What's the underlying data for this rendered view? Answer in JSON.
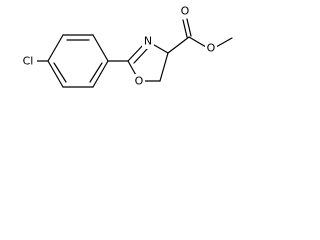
{
  "molecule": {
    "atoms": {
      "chlorine": "Cl",
      "ring_nitrogen": "N",
      "ring_oxygen": "O",
      "carbonyl_oxygen": "O",
      "ester_oxygen": "O"
    },
    "colors": {
      "bond": "#000000",
      "label": "#000000",
      "background": "#ffffff"
    }
  }
}
